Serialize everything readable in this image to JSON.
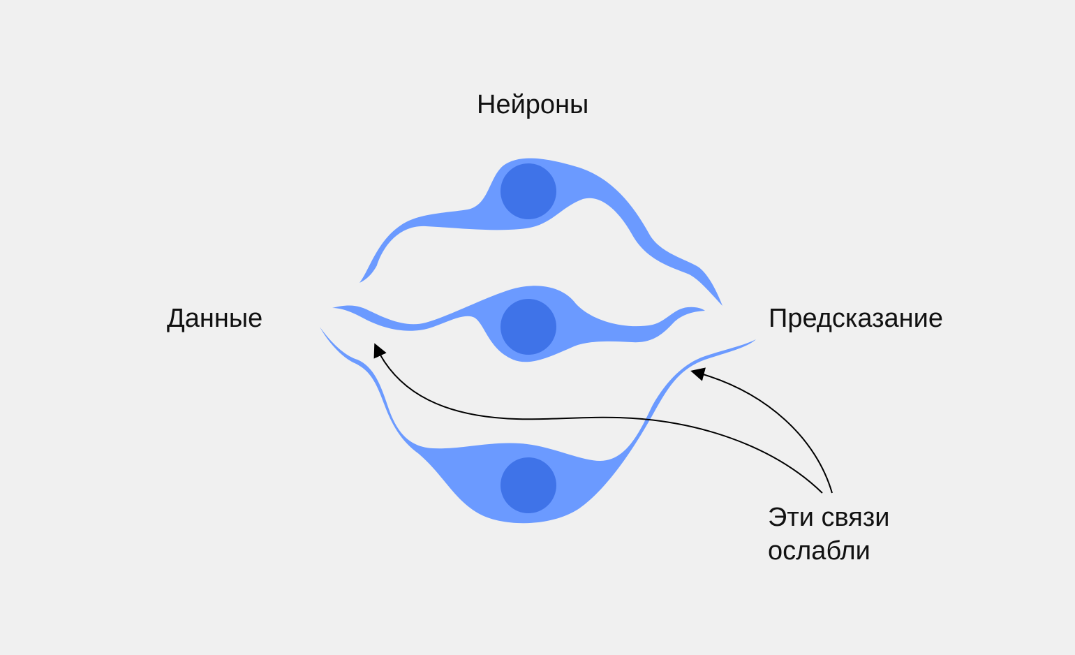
{
  "labels": {
    "neurons": "Нейроны",
    "data": "Данные",
    "prediction": "Предсказание",
    "weak_line1": "Эти связи",
    "weak_line2": "ослабли"
  },
  "colors": {
    "background": "#f0f0f0",
    "neuron_body": "#6b9aff",
    "neuron_nucleus": "#3f73e8",
    "arrow": "#000000",
    "text": "#111111"
  },
  "nodes": [
    {
      "id": "neuron-top",
      "label": ""
    },
    {
      "id": "neuron-middle",
      "label": ""
    },
    {
      "id": "neuron-bottom",
      "label": ""
    }
  ],
  "annotations": [
    {
      "text": "Эти связи ослабли",
      "points_to": [
        "data-to-bottom-neuron-connection",
        "bottom-neuron-to-prediction-connection"
      ]
    }
  ]
}
